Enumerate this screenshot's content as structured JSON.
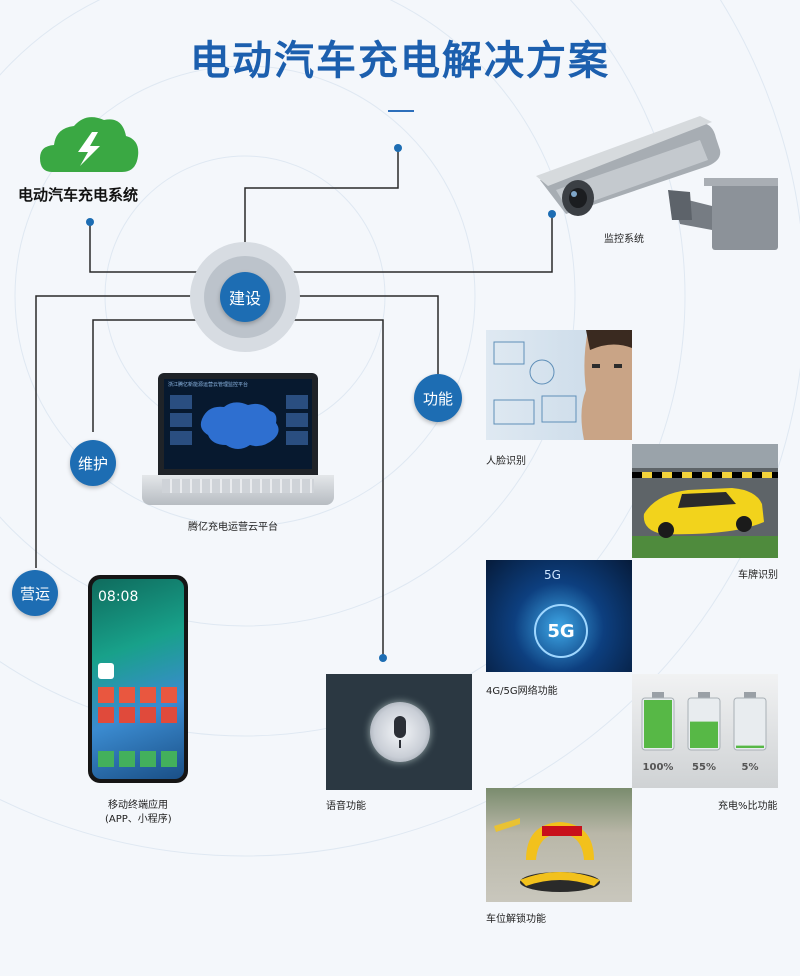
{
  "title": "电动汽车充电解决方案",
  "center_node": "建设",
  "nodes": {
    "function": "功能",
    "maintain": "维护",
    "operate": "营运"
  },
  "system_label": "电动汽车充电系统",
  "monitor_label": "监控系统",
  "laptop": {
    "label": "腾亿充电运营云平台",
    "screen_title": "浙江腾亿新能源运营云管理监控平台"
  },
  "phone": {
    "label_line1": "移动终端应用",
    "label_line2": "(APP、小程序)",
    "time": "08:08"
  },
  "voice_label": "语音功能",
  "features": {
    "face": "人脸识别",
    "plate": "车牌识别",
    "network": "4G/5G网络功能",
    "network_badge": "5G",
    "charge": "充电%比功能",
    "parking": "车位解锁功能"
  },
  "battery": {
    "levels": [
      1.0,
      0.55,
      0.05
    ],
    "labels": [
      "100%",
      "55%",
      "5%"
    ]
  },
  "colors": {
    "primary": "#1d6db3",
    "title": "#1c5fae",
    "cloud": "#3aa843"
  }
}
